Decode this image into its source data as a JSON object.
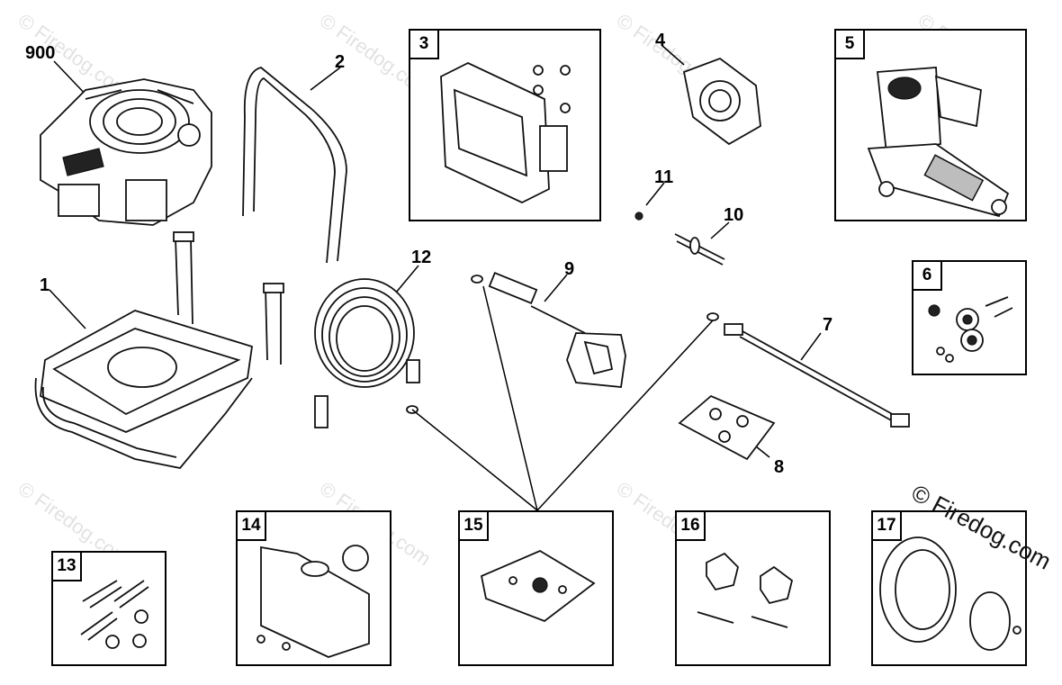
{
  "diagram": {
    "callouts": {
      "c900": "900",
      "c1": "1",
      "c2": "2",
      "c4": "4",
      "c7": "7",
      "c8": "8",
      "c9": "9",
      "c10": "10",
      "c11": "11",
      "c12": "12"
    },
    "boxes": {
      "b3": "3",
      "b5": "5",
      "b6": "6",
      "b13": "13",
      "b14": "14",
      "b15": "15",
      "b16": "16",
      "b17": "17"
    },
    "watermark": "© Firedog.com",
    "copyright": "© Firedog.com"
  }
}
